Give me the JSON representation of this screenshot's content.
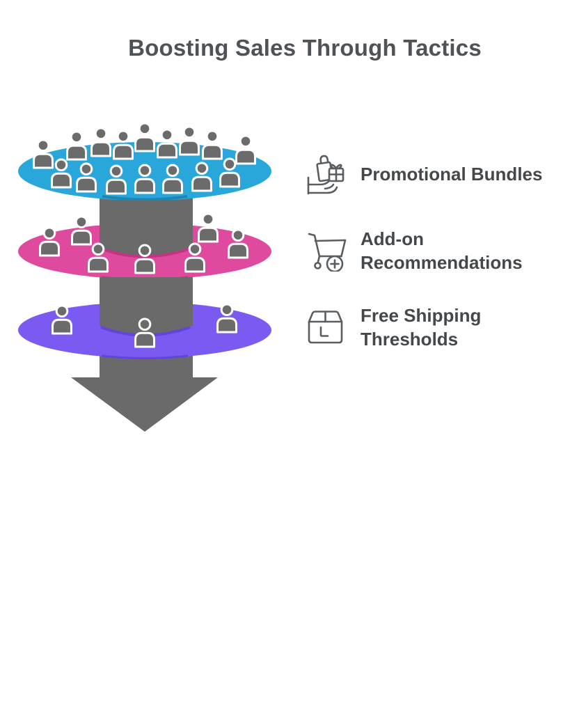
{
  "title": "Boosting Sales Through Tactics",
  "funnel": {
    "arrow_color": "#6a6a6a",
    "person_color": "#6b6b6b",
    "person_outline": "#ffffff",
    "levels": [
      {
        "color": "#29a7db",
        "edge_color": "#1d86b5",
        "people_count": 16
      },
      {
        "color": "#e04a9e",
        "edge_color": "#c23583",
        "people_count": 7
      },
      {
        "color": "#7b5af2",
        "edge_color": "#6345da",
        "people_count": 3
      }
    ]
  },
  "tactics": [
    {
      "label": "Promotional Bundles",
      "icon": "gift-bundle-hand-icon"
    },
    {
      "label": "Add-on Recommendations",
      "icon": "cart-add-icon"
    },
    {
      "label": "Free Shipping Thresholds",
      "icon": "package-box-icon"
    }
  ]
}
